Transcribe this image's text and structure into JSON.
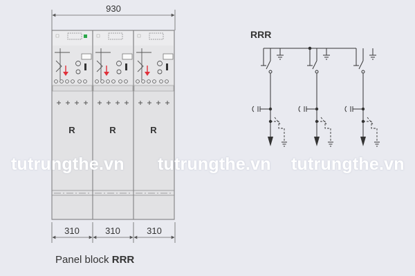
{
  "dimensions": {
    "total_width": "930",
    "panel_widths": [
      "310",
      "310",
      "310"
    ]
  },
  "panels": [
    {
      "label": "R"
    },
    {
      "label": "R"
    },
    {
      "label": "R"
    }
  ],
  "schematic": {
    "title": "RRR"
  },
  "watermarks": [
    "tutrungthe.vn",
    "tutrungthe.vn",
    "tutrungthe.vn"
  ],
  "caption": {
    "prefix": "Panel block",
    "emphasis": "RRR"
  },
  "colors": {
    "background": "#e9eaf0",
    "panel_fill": "#e2e2e4",
    "line": "#555555",
    "accent_red": "#e0303a",
    "indicator_green": "#2aa84a",
    "watermark": "#ffffff"
  }
}
